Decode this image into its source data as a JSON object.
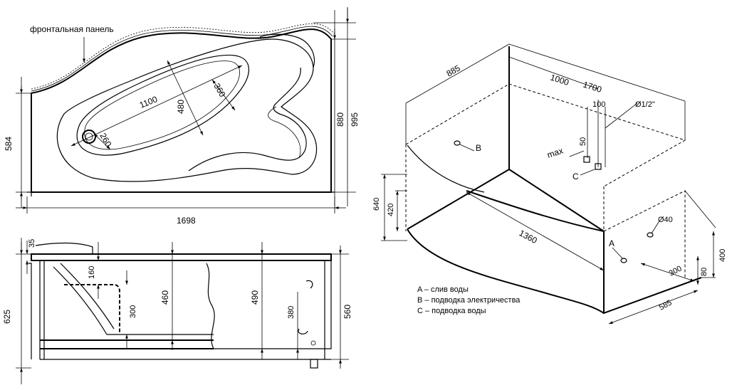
{
  "top_view": {
    "front_panel_label": "фронтальная панель",
    "dim_length": "1698",
    "dim_width_left": "584",
    "dim_width_inner": "880",
    "dim_width_total": "995",
    "dim_bowl_length": "1100",
    "dim_bowl_width": "480",
    "dim_rest_width": "360",
    "dim_drain": "260"
  },
  "side_view": {
    "dim_total_height": "625",
    "dim_rim": "35",
    "dim_step": "160",
    "dim_300": "300",
    "dim_460": "460",
    "dim_490": "490",
    "dim_380": "380",
    "dim_560": "560"
  },
  "iso_view": {
    "dim_885": "885",
    "dim_1000": "1000",
    "dim_1700": "1700",
    "dim_100": "100",
    "dim_pipe": "Ø1/2\"",
    "dim_max": "max",
    "dim_50": "50",
    "dim_640": "640",
    "dim_420": "420",
    "dim_1360": "1360",
    "dim_d40": "Ø40",
    "dim_400": "400",
    "dim_300": "300",
    "dim_80": "80",
    "dim_585": "585",
    "marker_a": "A",
    "marker_b": "B",
    "marker_c": "C"
  },
  "legend": {
    "a": "A – слив воды",
    "b": "B – подводка электричества",
    "c": "C – подводка воды"
  }
}
